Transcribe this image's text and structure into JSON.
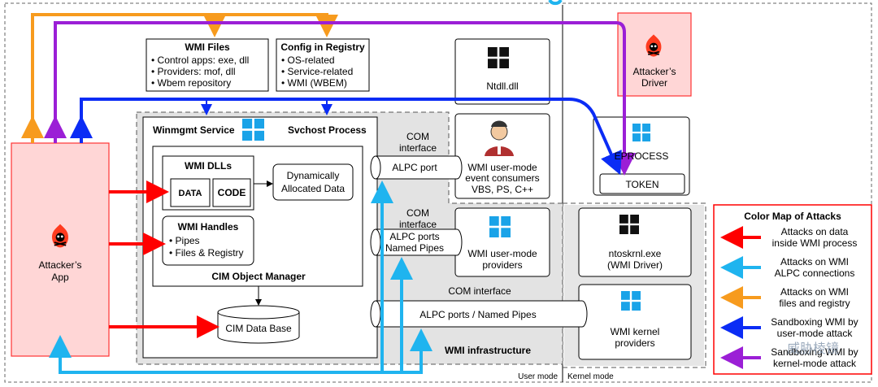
{
  "wmi_files": {
    "title": "WMI Files",
    "items": [
      "• Control apps: exe, dll",
      "• Providers: mof, dll",
      "• Wbem repository"
    ]
  },
  "config_registry": {
    "title": "Config in Registry",
    "items": [
      "• OS-related",
      "• Service-related",
      "• WMI (WBEM)"
    ]
  },
  "ntdll": {
    "label": "Ntdll.dll"
  },
  "attacker_driver": {
    "line1": "Attacker’s",
    "line2": "Driver"
  },
  "attacker_app": {
    "line1": "Attacker’s",
    "line2": "App"
  },
  "winmgmt": {
    "service": "Winmgmt Service",
    "svchost": "Svchost Process"
  },
  "wmi_dlls": {
    "title": "WMI DLLs",
    "data": "DATA",
    "code": "CODE"
  },
  "dyn_data": {
    "line1": "Dynamically",
    "line2": "Allocated Data"
  },
  "wmi_handles": {
    "title": "WMI Handles",
    "items": [
      "• Pipes",
      "• Files & Registry"
    ]
  },
  "cim_manager": {
    "label": "CIM Object Manager"
  },
  "cim_db": {
    "label": "CIM Data Base"
  },
  "com1": {
    "line1": "COM",
    "line2": "interface",
    "port": "ALPC port"
  },
  "com2": {
    "line1": "COM",
    "line2": "interface",
    "port1": "ALPC ports",
    "port2": "Named Pipes"
  },
  "com3": {
    "label": "COM interface",
    "port": "ALPC ports / Named Pipes"
  },
  "consumers": {
    "lines": [
      "WMI user-mode",
      "event consumers",
      "VBS, PS, C++"
    ]
  },
  "um_providers": {
    "lines": [
      "WMI user-mode",
      "providers"
    ]
  },
  "eprocess": {
    "label": "EPROCESS",
    "token": "TOKEN"
  },
  "ntoskrnl": {
    "lines": [
      "ntoskrnl.exe",
      "(WMI Driver)"
    ]
  },
  "kernel_providers": {
    "lines": [
      "WMI kernel",
      "providers"
    ]
  },
  "wmi_infra": {
    "label": "WMI infrastructure"
  },
  "mode": {
    "user": "User mode",
    "kernel": "Kernel mode"
  },
  "legend": {
    "title": "Color Map of Attacks",
    "items": [
      {
        "color": "#ff0000",
        "lines": [
          "Attacks on data",
          "inside WMI process"
        ]
      },
      {
        "color": "#1fb4ef",
        "lines": [
          "Attacks on WMI",
          "ALPC connections"
        ]
      },
      {
        "color": "#f79b1e",
        "lines": [
          "Attacks on WMI",
          "files and registry"
        ]
      },
      {
        "color": "#0b2cf5",
        "lines": [
          "Sandboxing WMI by",
          "user-mode attack"
        ]
      },
      {
        "color": "#9b1fd6",
        "lines": [
          "Sandboxing WMI by",
          "kernel-mode attack"
        ]
      }
    ]
  },
  "watermark": "威胁棱镜",
  "colors": {
    "red": "#ff0000",
    "cyan": "#1fb4ef",
    "orange": "#f79b1e",
    "blue": "#0b2cf5",
    "purple": "#9b1fd6",
    "pink": "#ffd6d6",
    "win": "#1aa3e8"
  }
}
